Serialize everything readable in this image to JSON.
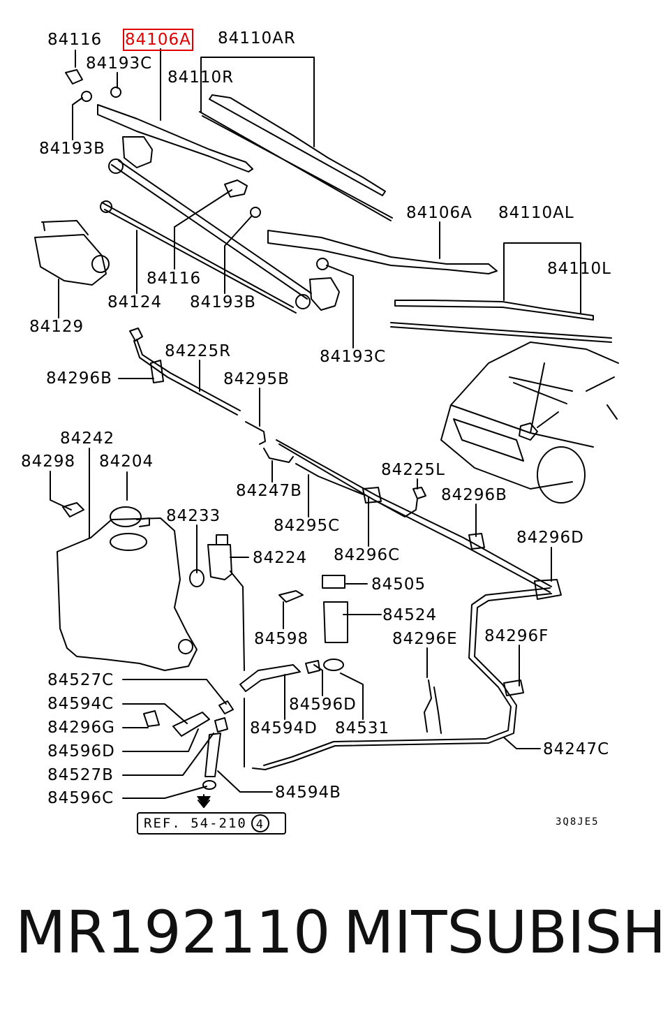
{
  "diagram": {
    "labels": [
      "84116",
      "84106A",
      "84110AR",
      "84193C",
      "84110R",
      "84193B",
      "84106A",
      "84110AL",
      "84110L",
      "84116",
      "84124",
      "84193B",
      "84129",
      "84193C",
      "84225R",
      "84296B",
      "84295B",
      "84242",
      "84298",
      "84204",
      "84225L",
      "84247B",
      "84296B",
      "84233",
      "84295C",
      "84296D",
      "84224",
      "84296C",
      "84505",
      "84524",
      "84598",
      "84296E",
      "84296F",
      "84527C",
      "84596D",
      "84594C",
      "84531",
      "84594D",
      "84296G",
      "84247C",
      "84596D",
      "84527B",
      "84594B",
      "84596C"
    ],
    "highlighted_label": "84106A",
    "reference": {
      "text": "REF. 54-210",
      "circle": "4"
    },
    "drawing_code": "3Q8JE5"
  },
  "footer": {
    "part_number": "MR192110",
    "brand": "MITSUBISHI"
  },
  "colors": {
    "line": "#000000",
    "highlight": "#e00000",
    "background": "#ffffff"
  }
}
